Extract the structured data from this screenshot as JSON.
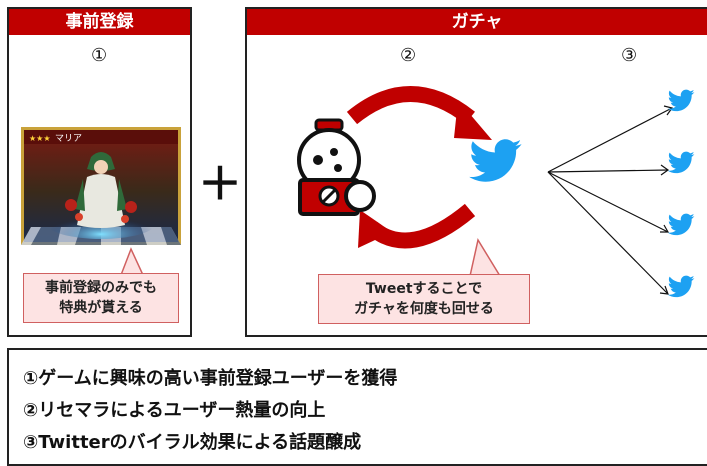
{
  "left_panel": {
    "title": "事前登録",
    "step": "①",
    "card_label": "マリア",
    "card_stars": "★★★",
    "callout_line1": "事前登録のみでも",
    "callout_line2": "特典が貰える"
  },
  "plus_sign": "＋",
  "right_panel": {
    "title": "ガチャ",
    "step2": "②",
    "step3": "③",
    "callout_line1": "Tweetすることで",
    "callout_line2": "ガチャを何度も回せる"
  },
  "summary": [
    "①ゲームに興味の高い事前登録ユーザーを獲得",
    "②リセマラによるユーザー熱量の向上",
    "③Twitterのバイラル効果による話題醸成"
  ],
  "colors": {
    "header_red": "#c00000",
    "arrow_red": "#c00000",
    "twitter_blue": "#1da1f2",
    "callout_fill": "#fde3e3"
  }
}
